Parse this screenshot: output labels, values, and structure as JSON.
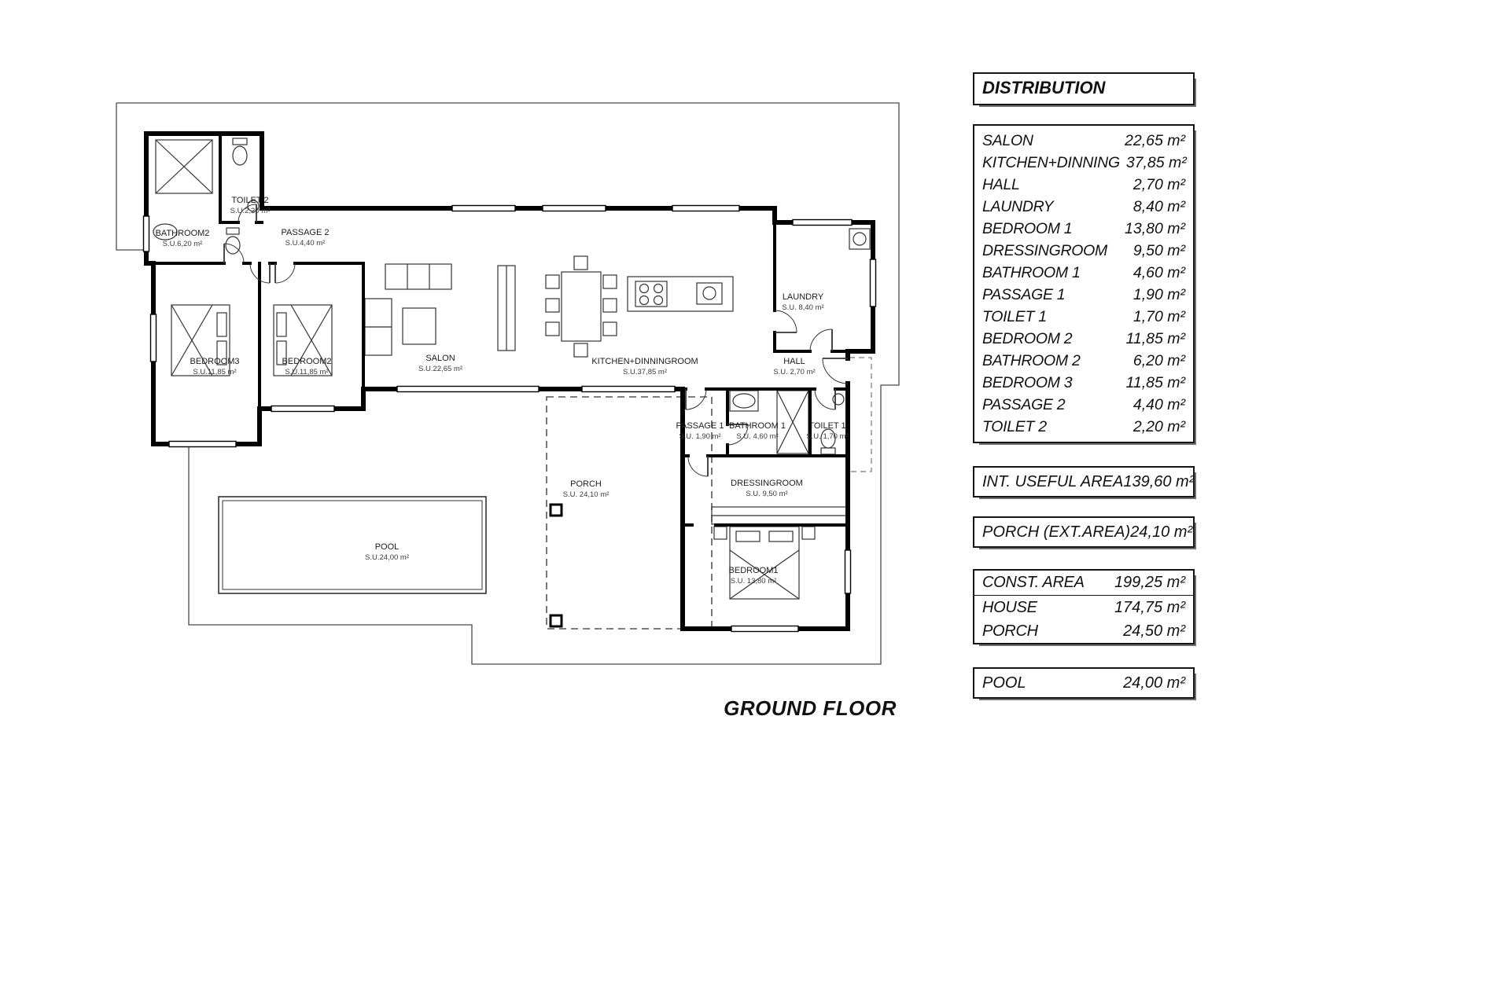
{
  "title": "GROUND FLOOR",
  "panel": {
    "header": "DISTRIBUTION",
    "rooms": [
      {
        "label": "SALON",
        "area": "22,65 m²"
      },
      {
        "label": "KITCHEN+DINNING",
        "area": "37,85 m²"
      },
      {
        "label": "HALL",
        "area": "2,70 m²"
      },
      {
        "label": "LAUNDRY",
        "area": "8,40 m²"
      },
      {
        "label": "BEDROOM 1",
        "area": "13,80 m²"
      },
      {
        "label": "DRESSINGROOM",
        "area": "9,50 m²"
      },
      {
        "label": "BATHROOM 1",
        "area": "4,60 m²"
      },
      {
        "label": "PASSAGE 1",
        "area": "1,90 m²"
      },
      {
        "label": "TOILET 1",
        "area": "1,70 m²"
      },
      {
        "label": "BEDROOM 2",
        "area": "11,85 m²"
      },
      {
        "label": "BATHROOM 2",
        "area": "6,20 m²"
      },
      {
        "label": "BEDROOM 3",
        "area": "11,85 m²"
      },
      {
        "label": "PASSAGE 2",
        "area": "4,40 m²"
      },
      {
        "label": "TOILET 2",
        "area": "2,20 m²"
      }
    ],
    "int_useful": {
      "label": "INT. USEFUL AREA",
      "area": "139,60 m²"
    },
    "porch_ext": {
      "label": "PORCH (EXT.AREA)",
      "area": "24,10 m²"
    },
    "const_area": {
      "label": "CONST. AREA",
      "area": "199,25 m²"
    },
    "house": {
      "label": "HOUSE",
      "area": "174,75 m²"
    },
    "porch": {
      "label": "PORCH",
      "area": "24,50 m²"
    },
    "pool": {
      "label": "POOL",
      "area": "24,00 m²"
    }
  },
  "plan": {
    "labels": [
      {
        "name": "BATHROOM2",
        "area": "S.U.6,20 m²"
      },
      {
        "name": "TOILET 2",
        "area": "S.U.2,20 m²"
      },
      {
        "name": "PASSAGE 2",
        "area": "S.U.4,40 m²"
      },
      {
        "name": "BEDROOM3",
        "area": "S.U.11,85 m²"
      },
      {
        "name": "BEDROOM2",
        "area": "S.U.11,85 m²"
      },
      {
        "name": "SALON",
        "area": "S.U.22,65 m²"
      },
      {
        "name": "KITCHEN+DINNINGROOM",
        "area": "S.U.37,85 m²"
      },
      {
        "name": "LAUNDRY",
        "area": "S.U. 8,40 m²"
      },
      {
        "name": "HALL",
        "area": "S.U. 2,70 m²"
      },
      {
        "name": "PASSAGE 1",
        "area": "S.U. 1,90 m²"
      },
      {
        "name": "BATHROOM 1",
        "area": "S.U. 4,60 m²"
      },
      {
        "name": "TOILET 1",
        "area": "S.U. 1,70 m²"
      },
      {
        "name": "DRESSINGROOM",
        "area": "S.U. 9,50 m²"
      },
      {
        "name": "BEDROOM1",
        "area": "S.U. 13,80 m²"
      },
      {
        "name": "PORCH",
        "area": "S.U. 24,10 m²"
      },
      {
        "name": "POOL",
        "area": "S.U.24,00 m²"
      }
    ]
  }
}
